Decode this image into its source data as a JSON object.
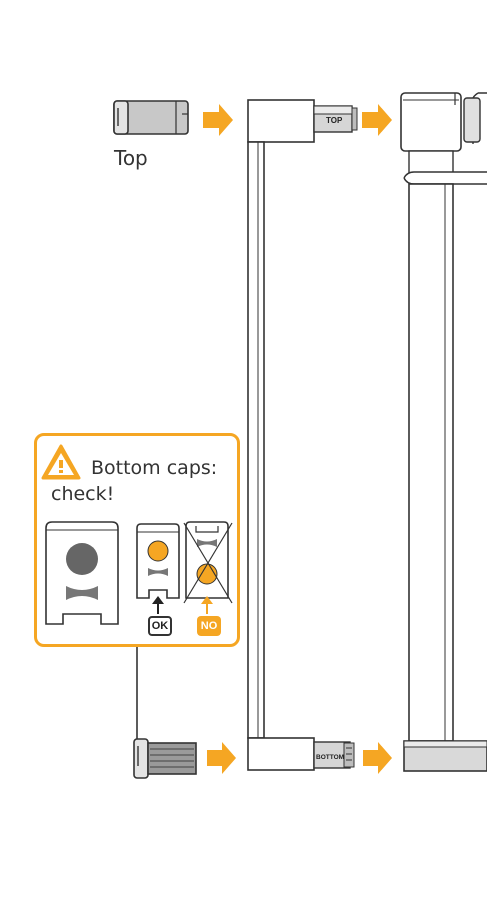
{
  "labels": {
    "top_cap": "Top",
    "top_part": "TOP",
    "bottom_part": "BOTTOM"
  },
  "warning": {
    "title": "Bottom caps:",
    "subtitle": "check!",
    "ok": "OK",
    "no": "NO",
    "icon": "warning-triangle-icon"
  },
  "colors": {
    "accent": "#f5a623",
    "line": "#333333",
    "part_grey": "#bdbdbd",
    "frame": "#ffffff"
  }
}
